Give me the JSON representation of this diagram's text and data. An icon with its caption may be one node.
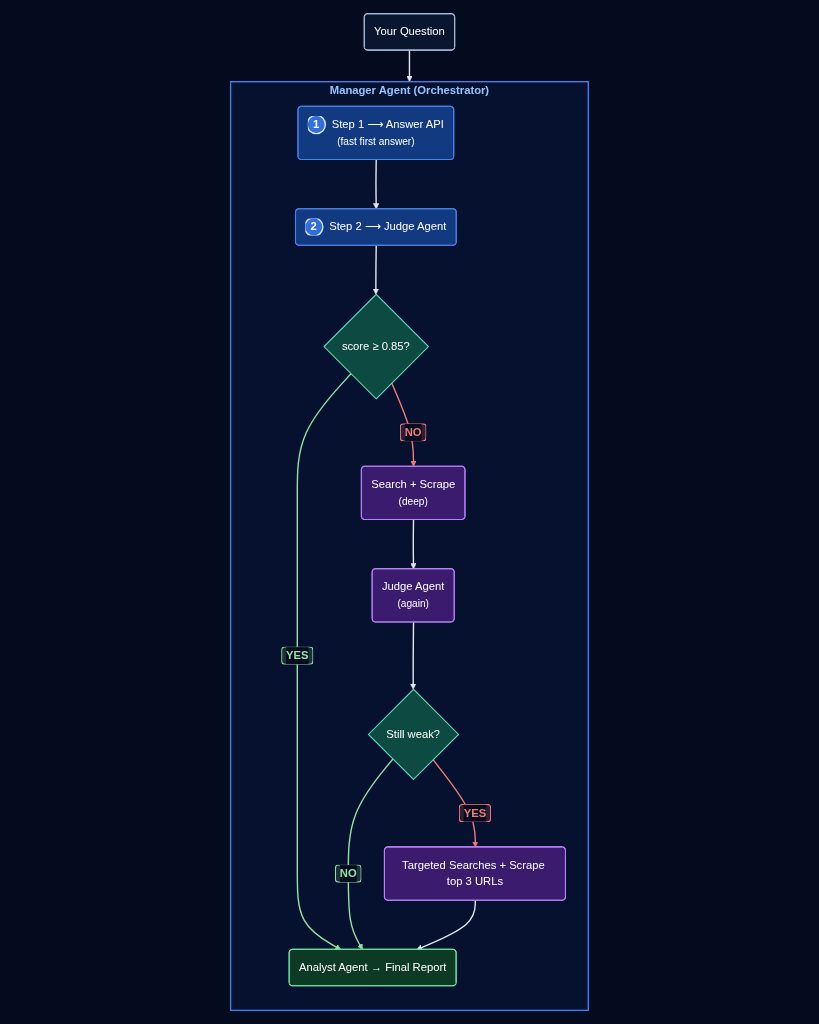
{
  "diagram": {
    "nodes": [
      {
        "text": [
          "Your Question"
        ]
      },
      {
        "text": [
          "Manager Agent (Orchestrator)"
        ]
      },
      {
        "text": [
          "1",
          "Step 1 ⟶ Answer API",
          "(fast first answer)"
        ],
        "in": 1
      },
      {
        "text": [
          "2",
          "Step 2 ⟶ Judge Agent"
        ],
        "in": 1
      },
      {
        "text": [
          "score ≥ 0.85?"
        ],
        "in": 1
      },
      {
        "text": [
          "Search + Scrape",
          "(deep)"
        ],
        "in": 1
      },
      {
        "text": [
          "Judge Agent",
          "(again)"
        ],
        "in": 1
      },
      {
        "text": [
          "Still weak?"
        ],
        "in": 1
      },
      {
        "text": [
          "Targeted Searches + Scrape top 3 URLs"
        ],
        "in": 1
      },
      {
        "text": [
          "Analyst Agent → Final Report"
        ],
        "in": 1
      }
    ],
    "edges": [
      {
        "from": 0,
        "to": 1,
        "arrow": "to"
      },
      {
        "from": 2,
        "to": 3,
        "arrow": "to"
      },
      {
        "from": 3,
        "to": 4,
        "arrow": "to"
      },
      {
        "from": 4,
        "to": 9,
        "arrow": "to",
        "label": "YES",
        "color": "#8fe3a4"
      },
      {
        "from": 4,
        "to": 5,
        "arrow": "to",
        "label": "NO",
        "color": "#f07a7a"
      },
      {
        "from": 5,
        "to": 6,
        "arrow": "to"
      },
      {
        "from": 6,
        "to": 7,
        "arrow": "to"
      },
      {
        "from": 7,
        "to": 9,
        "arrow": "to",
        "label": "NO",
        "color": "#8fe3a4"
      },
      {
        "from": 7,
        "to": 8,
        "arrow": "to",
        "label": "YES",
        "color": "#f07a7a"
      },
      {
        "from": 8,
        "to": 9,
        "arrow": "to"
      }
    ]
  }
}
